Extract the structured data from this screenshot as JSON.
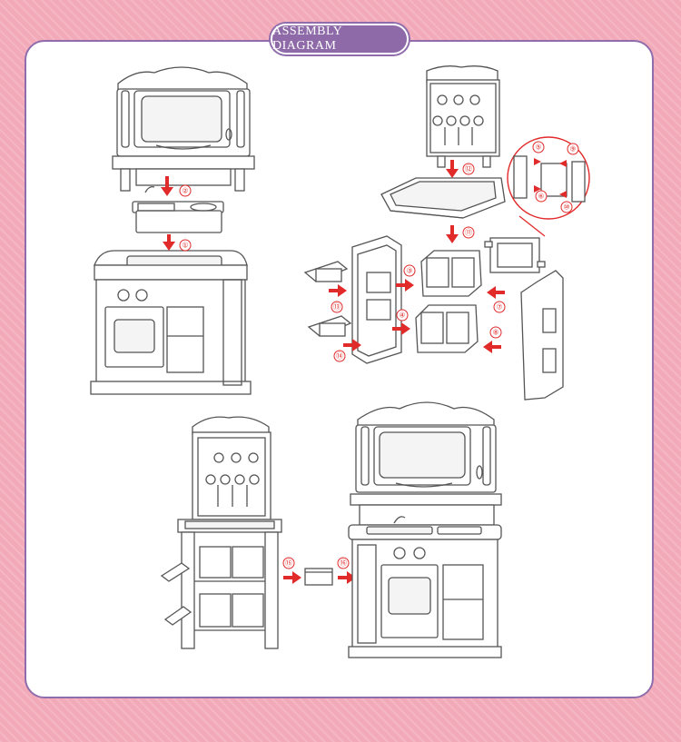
{
  "title": "ASSEMBLY DIAGRAM",
  "colors": {
    "background": "#f2a9b8",
    "panel_border": "#8f6dac",
    "title_badge": "#8e6ba8",
    "step_marker": "#e12a2a",
    "line": "#555555"
  },
  "steps": [
    "①",
    "②",
    "③",
    "④",
    "⑤",
    "⑥",
    "⑦",
    "⑧",
    "⑨",
    "⑩",
    "⑪",
    "⑫",
    "⑬",
    "⑭",
    "⑮",
    "⑯"
  ]
}
